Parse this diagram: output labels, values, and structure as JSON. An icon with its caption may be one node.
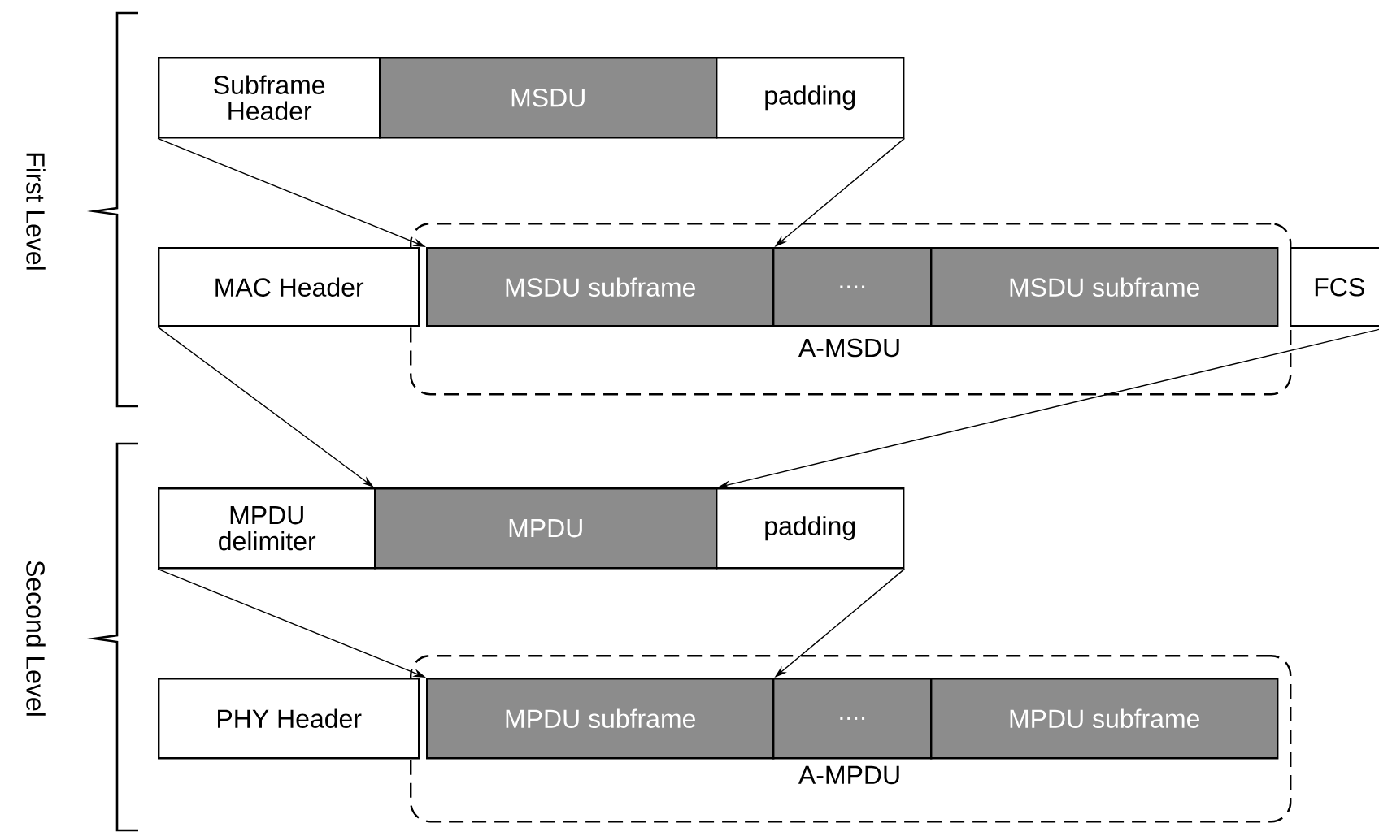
{
  "diagram": {
    "nodes": [
      {
        "text": [
          "Subframe Header"
        ]
      },
      {
        "text": [
          "MSDU"
        ]
      },
      {
        "text": [
          "padding"
        ]
      },
      {
        "text": [
          "MAC Header"
        ]
      },
      {
        "text": [
          "A-MSDU"
        ]
      },
      {
        "text": [
          "MSDU subframe"
        ],
        "in": 4
      },
      {
        "text": [
          "...."
        ],
        "in": 4
      },
      {
        "text": [
          "MSDU subframe"
        ],
        "in": 4
      },
      {
        "text": [
          "FCS"
        ]
      },
      {
        "text": [
          "MPDU delimiter"
        ]
      },
      {
        "text": [
          "MPDU"
        ]
      },
      {
        "text": [
          "padding"
        ]
      },
      {
        "text": [
          "PHY Header"
        ]
      },
      {
        "text": [
          "A-MPDU"
        ]
      },
      {
        "text": [
          "MPDU subframe"
        ],
        "in": 13
      },
      {
        "text": [
          "...."
        ],
        "in": 13
      },
      {
        "text": [
          "MPDU subframe"
        ],
        "in": 13
      }
    ],
    "edges": [
      {
        "from": 0,
        "to": 5,
        "arrow": "to"
      },
      {
        "from": 2,
        "to": 5,
        "arrow": "to"
      },
      {
        "from": 3,
        "to": 10,
        "arrow": "to"
      },
      {
        "from": 8,
        "to": 10,
        "arrow": "to"
      },
      {
        "from": 9,
        "to": 14,
        "arrow": "to"
      },
      {
        "from": 11,
        "to": 14,
        "arrow": "to"
      }
    ],
    "labels": [
      "First Level",
      "Second Level"
    ]
  }
}
